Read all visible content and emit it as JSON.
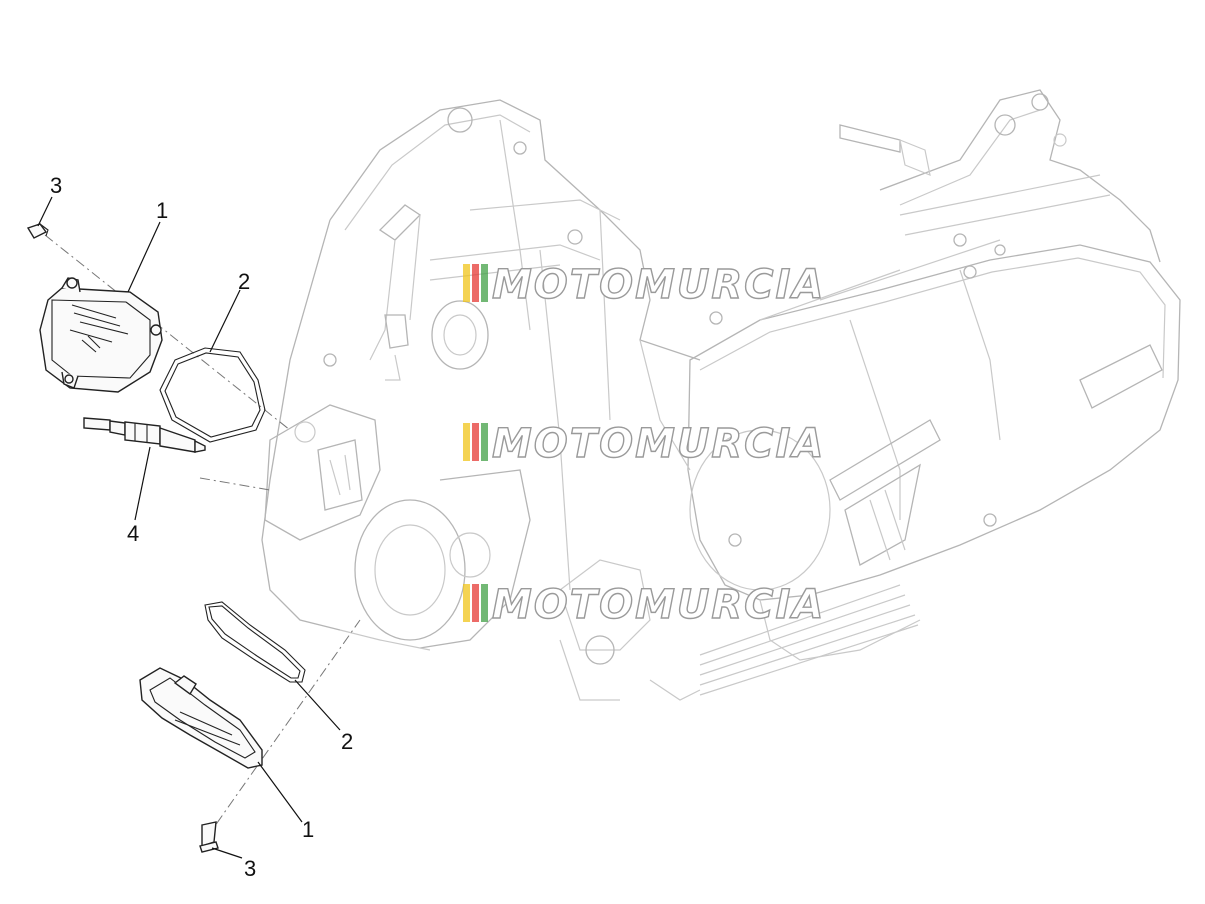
{
  "diagram": {
    "callouts": [
      {
        "id": "c3-top",
        "text": "3"
      },
      {
        "id": "c1-top",
        "text": "1"
      },
      {
        "id": "c2-top",
        "text": "2"
      },
      {
        "id": "c4",
        "text": "4"
      },
      {
        "id": "c2-bottom",
        "text": "2"
      },
      {
        "id": "c1-bottom",
        "text": "1"
      },
      {
        "id": "c3-bottom",
        "text": "3"
      }
    ],
    "watermark": {
      "text": "MOTOMURCIA",
      "stripe_colors": [
        "#f0c419",
        "#e53935",
        "#43a047"
      ]
    },
    "colors": {
      "engine_ghost": "#c9c9c9",
      "part_outline": "#222222",
      "text": "#111111"
    }
  }
}
